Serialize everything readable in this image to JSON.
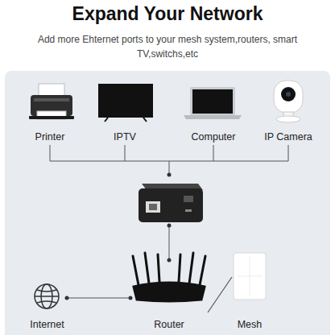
{
  "diagram": {
    "title": "Expand Your Network",
    "nodes": [
      {
        "text": [
          "Printer"
        ]
      },
      {
        "text": [
          "IPTV"
        ]
      },
      {
        "text": [
          "Computer"
        ]
      },
      {
        "text": [
          "IP Camera"
        ]
      },
      {
        "text": [
          "Internet"
        ]
      },
      {
        "text": [
          "Router"
        ]
      },
      {
        "text": [
          "Mesh"
        ]
      }
    ],
    "edges": [
      {
        "from": 4,
        "to": 5,
        "arrow": "none"
      },
      {
        "from": 5,
        "to": 6,
        "arrow": "none"
      }
    ],
    "labels": [
      "Add more Ehternet ports to your mesh system,routers, smart TV,switchs,etc"
    ]
  }
}
